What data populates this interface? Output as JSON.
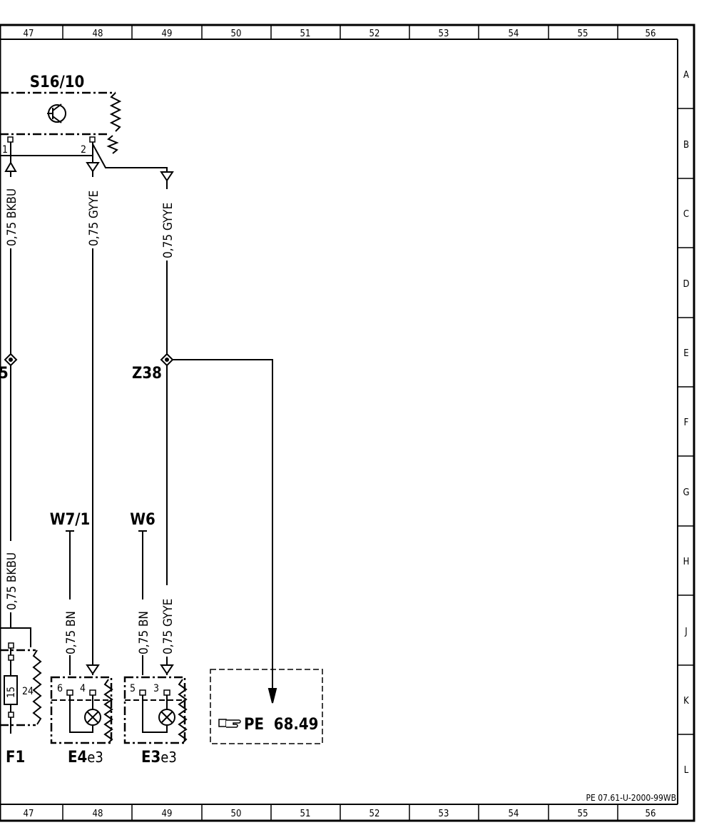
{
  "sheet": {
    "columns": [
      "47",
      "48",
      "49",
      "50",
      "51",
      "52",
      "53",
      "54",
      "55",
      "56"
    ],
    "rows": [
      "A",
      "B",
      "C",
      "D",
      "E",
      "F",
      "G",
      "H",
      "J",
      "K",
      "L"
    ],
    "drawing_code": "PE 07.61-U-2000-99WB"
  },
  "components": {
    "switch": {
      "name": "S16/10",
      "pin1": "1",
      "pin2": "2"
    },
    "connector_left": {
      "name": "5"
    },
    "connector_z38": {
      "name": "Z38"
    },
    "lead_w7": {
      "name": "W7/1"
    },
    "lead_w6": {
      "name": "W6"
    },
    "fuse": {
      "name": "F1",
      "fuse_value": "15",
      "pin": "24"
    },
    "lamp_e4": {
      "name": "E4",
      "suffix": "e3",
      "pin_a": "6",
      "pin_b": "4"
    },
    "lamp_e3": {
      "name": "E3",
      "suffix": "e3",
      "pin_a": "5",
      "pin_b": "3"
    }
  },
  "wires": {
    "w1_upper": "0,75 BKBU",
    "w1_lower": "0,75 BKBU",
    "w2": "0,75 GYYE",
    "w3_upper": "0,75 GYYE",
    "w3_lower": "0,75 GYYE",
    "w4": "0,75 BN",
    "w5": "0,75 BN"
  },
  "reference": {
    "icon": "pointing-hand-icon",
    "text": "PE  68.49"
  }
}
